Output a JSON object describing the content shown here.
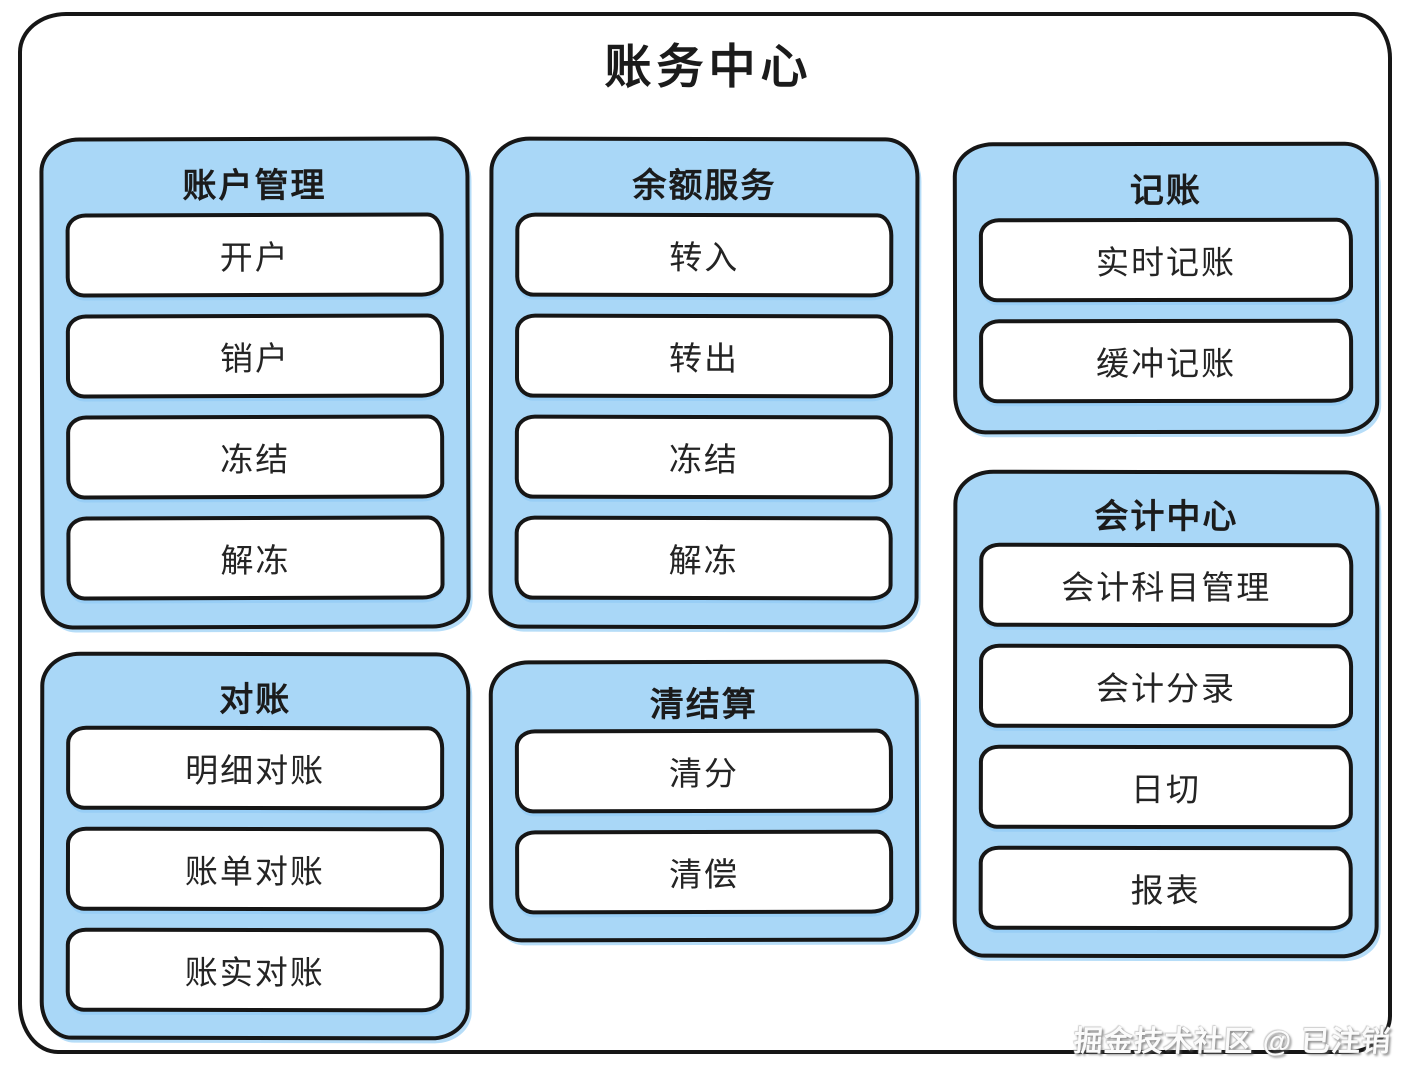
{
  "page": {
    "title": "账务中心",
    "watermark": "掘金技术社区 @ 已注销"
  },
  "colors": {
    "group_fill": "#a9d7f7",
    "stroke": "#161616",
    "item_fill": "#ffffff",
    "background": "#ffffff"
  },
  "groups": [
    {
      "id": "account-management",
      "title": "账户管理",
      "items": [
        "开户",
        "销户",
        "冻结",
        "解冻"
      ]
    },
    {
      "id": "balance-service",
      "title": "余额服务",
      "items": [
        "转入",
        "转出",
        "冻结",
        "解冻"
      ]
    },
    {
      "id": "bookkeeping",
      "title": "记账",
      "items": [
        "实时记账",
        "缓冲记账"
      ]
    },
    {
      "id": "reconciliation",
      "title": "对账",
      "items": [
        "明细对账",
        "账单对账",
        "账实对账"
      ]
    },
    {
      "id": "clearing-settlement",
      "title": "清结算",
      "items": [
        "清分",
        "清偿"
      ]
    },
    {
      "id": "accounting-center",
      "title": "会计中心",
      "items": [
        "会计科目管理",
        "会计分录",
        "日切",
        "报表"
      ]
    }
  ]
}
